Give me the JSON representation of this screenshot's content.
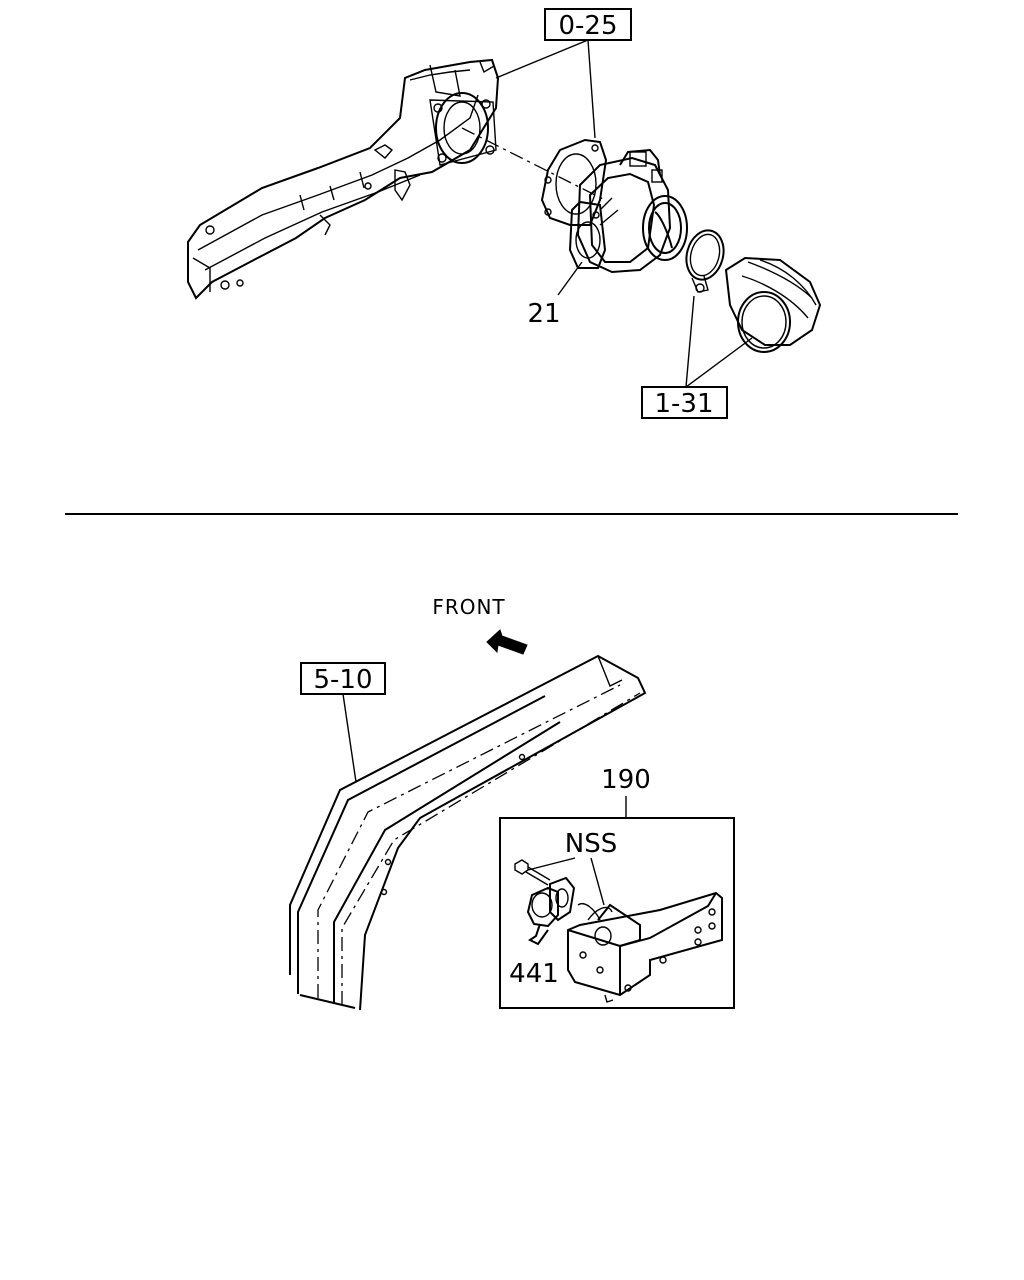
{
  "top_diagram": {
    "callouts": {
      "ref_a": "0-25",
      "part_throttle": "21",
      "ref_b": "1-31"
    }
  },
  "bottom_diagram": {
    "direction_label": "FRONT",
    "callouts": {
      "ref_frame": "5-10",
      "part_bracket": "190",
      "nss": "NSS",
      "part_sensor": "441"
    }
  }
}
